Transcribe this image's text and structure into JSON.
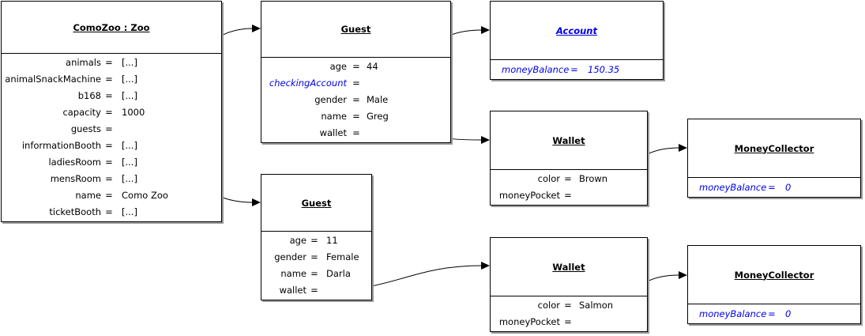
{
  "objects": [
    {
      "id": "zoo",
      "title": "ComoZoo : Zoo",
      "abstract": false,
      "attributes": [
        {
          "name": "animals",
          "value": "[...]"
        },
        {
          "name": "animalSnackMachine",
          "value": "[...]"
        },
        {
          "name": "b168",
          "value": "[...]"
        },
        {
          "name": "capacity",
          "value": "1000"
        },
        {
          "name": "guests",
          "value": ""
        },
        {
          "name": "informationBooth",
          "value": "[...]"
        },
        {
          "name": "ladiesRoom",
          "value": "[...]"
        },
        {
          "name": "mensRoom",
          "value": "[...]"
        },
        {
          "name": "name",
          "value": "Como Zoo"
        },
        {
          "name": "ticketBooth",
          "value": "[...]"
        }
      ]
    },
    {
      "id": "guest1",
      "title": "Guest",
      "abstract": false,
      "attributes": [
        {
          "name": "age",
          "value": "44"
        },
        {
          "name": "checkingAccount",
          "value": "",
          "inherited": true
        },
        {
          "name": "gender",
          "value": "Male"
        },
        {
          "name": "name",
          "value": "Greg"
        },
        {
          "name": "wallet",
          "value": ""
        }
      ]
    },
    {
      "id": "account",
      "title": "Account",
      "abstract": true,
      "attributes": [
        {
          "name": "moneyBalance",
          "value": "150.35",
          "inherited": true
        }
      ]
    },
    {
      "id": "wallet1",
      "title": "Wallet",
      "abstract": false,
      "attributes": [
        {
          "name": "color",
          "value": "Brown"
        },
        {
          "name": "moneyPocket",
          "value": ""
        }
      ]
    },
    {
      "id": "collector1",
      "title": "MoneyCollector",
      "abstract": false,
      "attributes": [
        {
          "name": "moneyBalance",
          "value": "0",
          "inherited": true
        }
      ]
    },
    {
      "id": "guest2",
      "title": "Guest",
      "abstract": false,
      "attributes": [
        {
          "name": "age",
          "value": "11"
        },
        {
          "name": "gender",
          "value": "Female"
        },
        {
          "name": "name",
          "value": "Darla"
        },
        {
          "name": "wallet",
          "value": ""
        }
      ]
    },
    {
      "id": "wallet2",
      "title": "Wallet",
      "abstract": false,
      "attributes": [
        {
          "name": "color",
          "value": "Salmon"
        },
        {
          "name": "moneyPocket",
          "value": ""
        }
      ]
    },
    {
      "id": "collector2",
      "title": "MoneyCollector",
      "abstract": false,
      "attributes": [
        {
          "name": "moneyBalance",
          "value": "0",
          "inherited": true
        }
      ]
    }
  ],
  "links": [
    {
      "from": "zoo",
      "attribute": "guests",
      "to": "guest1"
    },
    {
      "from": "zoo",
      "attribute": "guests",
      "to": "guest2"
    },
    {
      "from": "guest1",
      "attribute": "checkingAccount",
      "to": "account"
    },
    {
      "from": "guest1",
      "attribute": "wallet",
      "to": "wallet1"
    },
    {
      "from": "wallet1",
      "attribute": "moneyPocket",
      "to": "collector1"
    },
    {
      "from": "guest2",
      "attribute": "wallet",
      "to": "wallet2"
    },
    {
      "from": "wallet2",
      "attribute": "moneyPocket",
      "to": "collector2"
    }
  ]
}
